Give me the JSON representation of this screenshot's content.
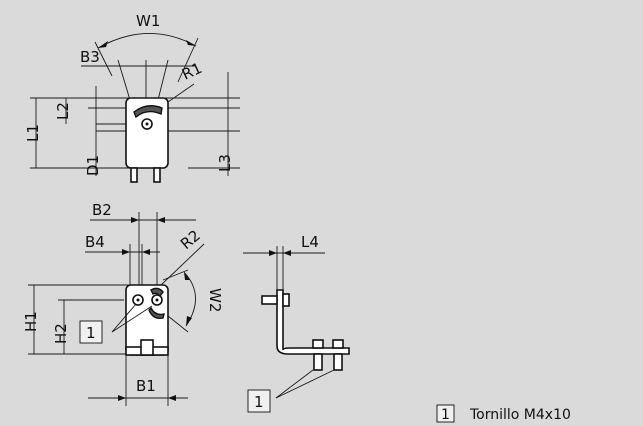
{
  "dimension_labels": {
    "w1": "W1",
    "b3": "B3",
    "r1": "R1",
    "l1": "L1",
    "l2": "L2",
    "l3": "L3",
    "d1": "D1",
    "b2": "B2",
    "b4": "B4",
    "r2": "R2",
    "w2": "W2",
    "h1": "H1",
    "h2": "H2",
    "b1": "B1",
    "l4": "L4"
  },
  "callouts": {
    "front_view": "1",
    "side_view": "1"
  },
  "legend": {
    "number": "1",
    "text": "Tornillo M4x10"
  }
}
